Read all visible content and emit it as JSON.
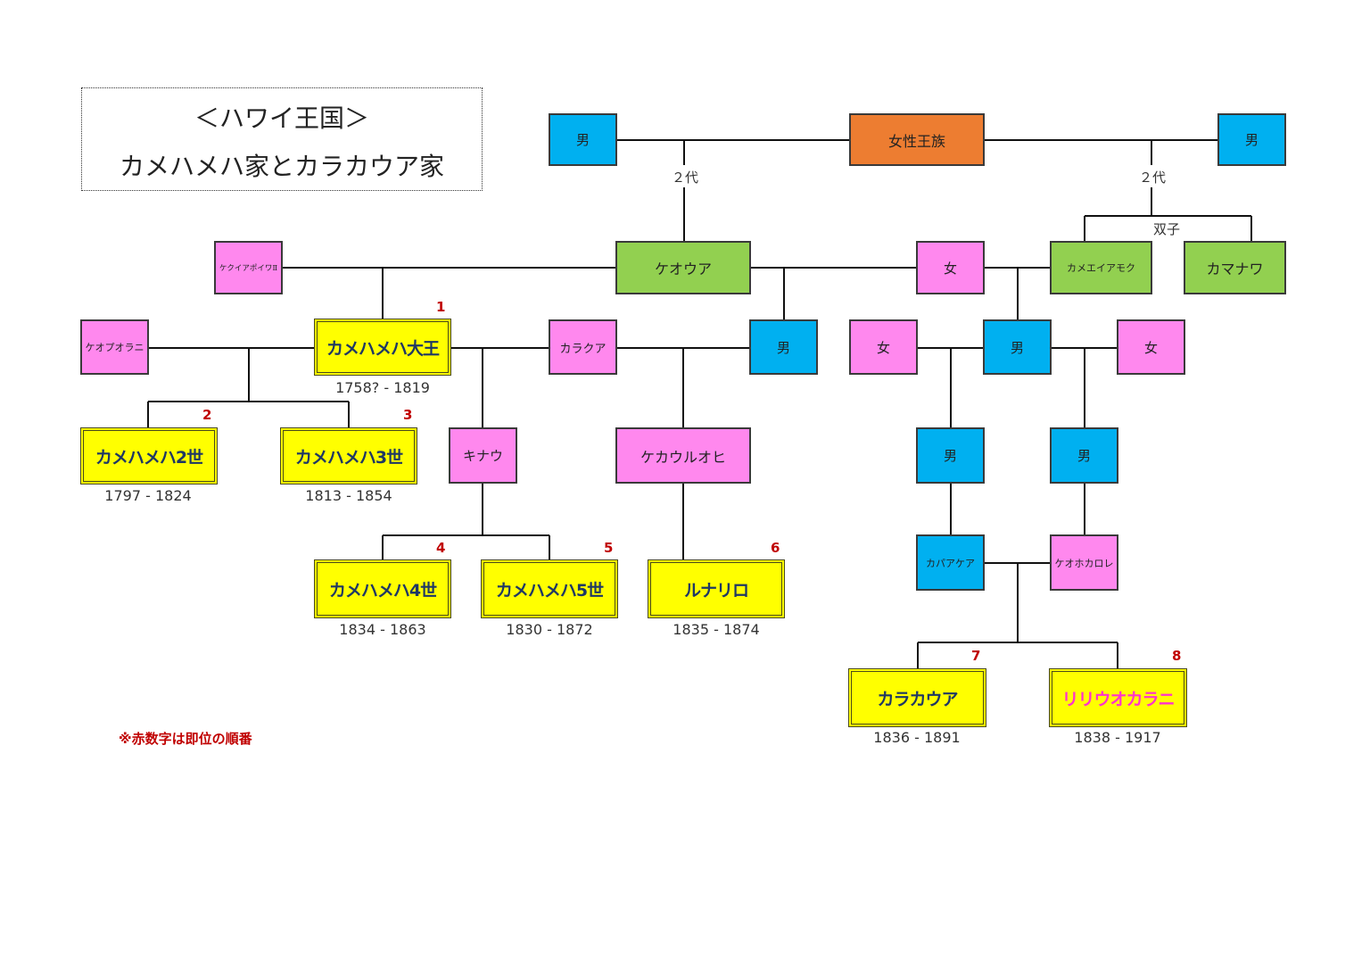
{
  "title": {
    "line1": "＜ハワイ王国＞",
    "line2": "カメハメハ家とカラカウア家"
  },
  "note": "※赤数字は即位の順番",
  "labels": {
    "two_gen_left": "２代",
    "two_gen_right": "２代",
    "twins": "双子"
  },
  "people": {
    "male_top_left": "男",
    "royal_woman": "女性王族",
    "male_top_right": "男",
    "keakeahoiwa": "ケクイアポイワⅡ",
    "keoua": "ケオウア",
    "female_mid": "女",
    "kamanawa_sib": "カメエイアモク",
    "kamanawa": "カマナワ",
    "keopuolani": "ケオプオラニ",
    "kalakua": "カラクア",
    "male_mid": "男",
    "female_right1": "女",
    "male_right": "男",
    "female_right2": "女",
    "kinau": "キナウ",
    "kekauluohi": "ケカウルオヒ",
    "male_low1": "男",
    "male_low2": "男",
    "kapaakea": "カパアケア",
    "keohokalole": "ケオホカロレ"
  },
  "kings": [
    {
      "name": "カメハメハ大王",
      "order": "1",
      "years": "1758? - 1819"
    },
    {
      "name": "カメハメハ2世",
      "order": "2",
      "years": "1797 - 1824"
    },
    {
      "name": "カメハメハ3世",
      "order": "3",
      "years": "1813 - 1854"
    },
    {
      "name": "カメハメハ4世",
      "order": "4",
      "years": "1834 - 1863"
    },
    {
      "name": "カメハメハ5世",
      "order": "5",
      "years": "1830 - 1872"
    },
    {
      "name": "ルナリロ",
      "order": "6",
      "years": "1835 - 1874"
    },
    {
      "name": "カラカウア",
      "order": "7",
      "years": "1836 - 1891"
    },
    {
      "name": "リリウオカラニ",
      "order": "8",
      "years": "1838 - 1917"
    }
  ],
  "colors": {
    "male": "#00b0f0",
    "female": "#ff88ee",
    "green": "#92d050",
    "royal": "#ed7d31",
    "king": "#ffff00",
    "order": "#c00000",
    "queen_text": "#ff33cc"
  }
}
